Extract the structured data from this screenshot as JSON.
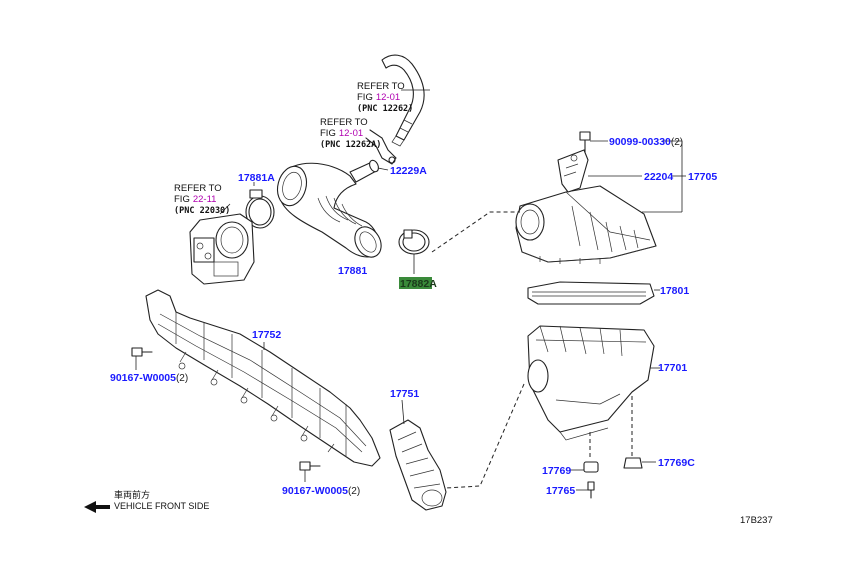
{
  "diagram_code": "17B237",
  "direction_note": {
    "jp": "車両前方",
    "en": "VEHICLE FRONT SIDE"
  },
  "references": [
    {
      "id": "ref-12262",
      "line1": "REFER TO",
      "fig_prefix": "FIG",
      "fig": "12-01",
      "pnc": "(PNC 12262)"
    },
    {
      "id": "ref-12262a",
      "line1": "REFER TO",
      "fig_prefix": "FIG",
      "fig": "12-01",
      "pnc": "(PNC 12262A)"
    },
    {
      "id": "ref-22030",
      "line1": "REFER TO",
      "fig_prefix": "FIG",
      "fig": "22-11",
      "pnc": "(PNC 22030)"
    }
  ],
  "parts": {
    "p90099": {
      "number": "90099-00330",
      "qty": "(2)"
    },
    "p22204": {
      "number": "22204"
    },
    "p17705": {
      "number": "17705"
    },
    "p12229a": {
      "number": "12229A"
    },
    "p17881a": {
      "number": "17881A"
    },
    "p17881": {
      "number": "17881"
    },
    "p17882a": {
      "number": "17882A"
    },
    "p17801": {
      "number": "17801"
    },
    "p17752": {
      "number": "17752"
    },
    "p17701": {
      "number": "17701"
    },
    "p90167a": {
      "number": "90167-W0005",
      "qty": "(2)"
    },
    "p90167b": {
      "number": "90167-W0005",
      "qty": "(2)"
    },
    "p17751": {
      "number": "17751"
    },
    "p17769": {
      "number": "17769"
    },
    "p17769c": {
      "number": "17769C"
    },
    "p17765": {
      "number": "17765"
    }
  }
}
